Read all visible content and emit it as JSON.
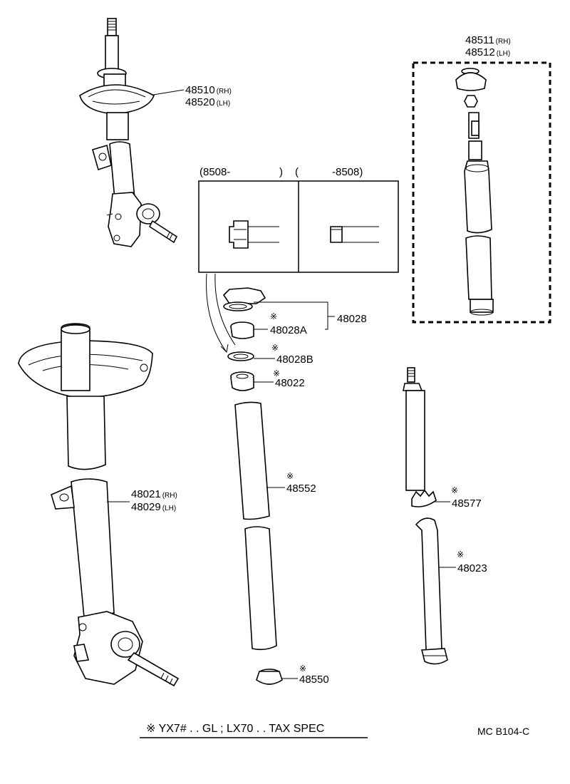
{
  "parts": {
    "strut_top": {
      "no1": "48510",
      "sfx1": "(RH)",
      "no2": "48520",
      "sfx2": "(LH)"
    },
    "strut_kit": {
      "no1": "48511",
      "sfx1": "(RH)",
      "no2": "48512",
      "sfx2": "(LH)"
    },
    "housing": {
      "no1": "48021",
      "sfx1": "(RH)",
      "no2": "48029",
      "sfx2": "(LH)"
    },
    "support_assy": "48028",
    "p48028A": "48028A",
    "p48028B": "48028B",
    "p48022": "48022",
    "p48552": "48552",
    "p48550": "48550",
    "p48577": "48577",
    "p48023": "48023"
  },
  "detail_box": {
    "left_header_open": "(8508-",
    "left_header_close": ")",
    "right_header_open": "(",
    "right_header_close": "-8508)"
  },
  "star_mark": "※",
  "footnote": "※ YX7# . . GL ; LX70 . . TAX SPEC",
  "diagram_code": "MC B104-C"
}
